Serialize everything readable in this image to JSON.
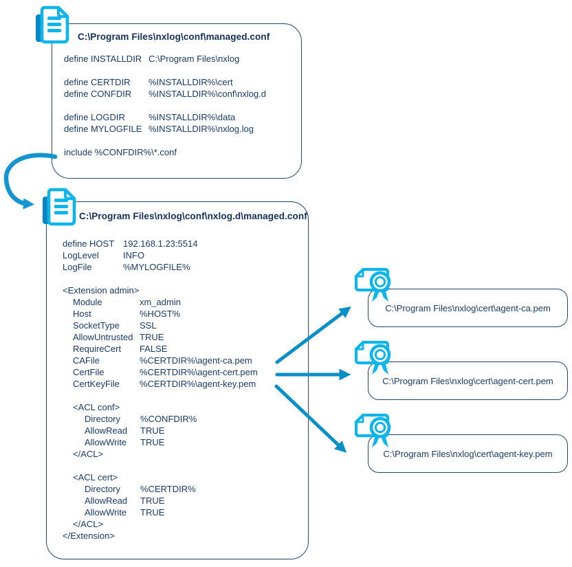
{
  "colors": {
    "accent_cyan": "#0db5ea",
    "icon_back_blue": "#0a86c4",
    "arrow_blue": "#0b8fc7",
    "curved_arrow_blue": "#1495d0",
    "border_navy": "#24446b",
    "text_navy": "#1b3b63"
  },
  "file1": {
    "icon": "document-icon",
    "title": "C:\\Program Files\\nxlog\\conf\\managed.conf",
    "lines": [
      {
        "label": "define INSTALLDIR",
        "value": "C:\\Program Files\\nxlog",
        "indent": 0
      },
      {
        "label": "",
        "value": "",
        "indent": 0,
        "blank": true
      },
      {
        "label": "define CERTDIR",
        "value": "%INSTALLDIR%\\cert",
        "indent": 0
      },
      {
        "label": "define CONFDIR",
        "value": "%INSTALLDIR%\\conf\\nxlog.d",
        "indent": 0
      },
      {
        "label": "",
        "value": "",
        "indent": 0,
        "blank": true
      },
      {
        "label": "define LOGDIR",
        "value": "%INSTALLDIR%\\data",
        "indent": 0
      },
      {
        "label": "define MYLOGFILE",
        "value": "%INSTALLDIR%\\nxlog.log",
        "indent": 0
      },
      {
        "label": "",
        "value": "",
        "indent": 0,
        "blank": true
      },
      {
        "label": "include %CONFDIR%\\*.conf",
        "value": "",
        "indent": 0
      }
    ]
  },
  "file2": {
    "icon": "document-icon",
    "title": "C:\\Program Files\\nxlog\\conf\\nxlog.d\\managed.conf",
    "lines": [
      {
        "label": "define HOST",
        "value": "192.168.1.23:5514",
        "indent": 0
      },
      {
        "label": "LogLevel",
        "value": "INFO",
        "indent": 0
      },
      {
        "label": "LogFile",
        "value": "%MYLOGFILE%",
        "indent": 0
      },
      {
        "label": "",
        "value": "",
        "indent": 0,
        "blank": true
      },
      {
        "label": "<Extension admin>",
        "value": "",
        "indent": 0
      },
      {
        "label": "Module",
        "value": "xm_admin",
        "indent": 1
      },
      {
        "label": "Host",
        "value": "%HOST%",
        "indent": 1
      },
      {
        "label": "SocketType",
        "value": "SSL",
        "indent": 1
      },
      {
        "label": "AllowUntrusted",
        "value": "TRUE",
        "indent": 1
      },
      {
        "label": "RequireCert",
        "value": "FALSE",
        "indent": 1
      },
      {
        "label": "CAFile",
        "value": "%CERTDIR%\\agent-ca.pem",
        "indent": 1
      },
      {
        "label": "CertFile",
        "value": "%CERTDIR%\\agent-cert.pem",
        "indent": 1
      },
      {
        "label": "CertKeyFile",
        "value": "%CERTDIR%\\agent-key.pem",
        "indent": 1
      },
      {
        "label": "",
        "value": "",
        "indent": 1,
        "blank": true
      },
      {
        "label": "<ACL conf>",
        "value": "",
        "indent": 1
      },
      {
        "label": "Directory",
        "value": "%CONFDIR%",
        "indent": 2
      },
      {
        "label": "AllowRead",
        "value": "TRUE",
        "indent": 2
      },
      {
        "label": "AllowWrite",
        "value": "TRUE",
        "indent": 2
      },
      {
        "label": "</ACL>",
        "value": "",
        "indent": 1
      },
      {
        "label": "",
        "value": "",
        "indent": 1,
        "blank": true
      },
      {
        "label": "<ACL cert>",
        "value": "",
        "indent": 1
      },
      {
        "label": "Directory",
        "value": "%CERTDIR%",
        "indent": 2
      },
      {
        "label": "AllowRead",
        "value": "TRUE",
        "indent": 2
      },
      {
        "label": "AllowWrite",
        "value": "TRUE",
        "indent": 2
      },
      {
        "label": "</ACL>",
        "value": "",
        "indent": 1
      },
      {
        "label": "</Extension>",
        "value": "",
        "indent": 0
      }
    ]
  },
  "certs": [
    {
      "icon": "certificate-icon",
      "path": "C:\\Program Files\\nxlog\\cert\\agent-ca.pem"
    },
    {
      "icon": "certificate-icon",
      "path": "C:\\Program Files\\nxlog\\cert\\agent-cert.pem"
    },
    {
      "icon": "certificate-icon",
      "path": "C:\\Program Files\\nxlog\\cert\\agent-key.pem"
    }
  ],
  "arrows": [
    {
      "from": "include %CONFDIR%\\*.conf",
      "to": "C:\\Program Files\\nxlog\\conf\\nxlog.d\\managed.conf",
      "style": "curved"
    },
    {
      "from": "CAFile",
      "to": "agent-ca.pem",
      "style": "straight"
    },
    {
      "from": "CertFile",
      "to": "agent-cert.pem",
      "style": "straight"
    },
    {
      "from": "CertKeyFile",
      "to": "agent-key.pem",
      "style": "straight"
    }
  ]
}
